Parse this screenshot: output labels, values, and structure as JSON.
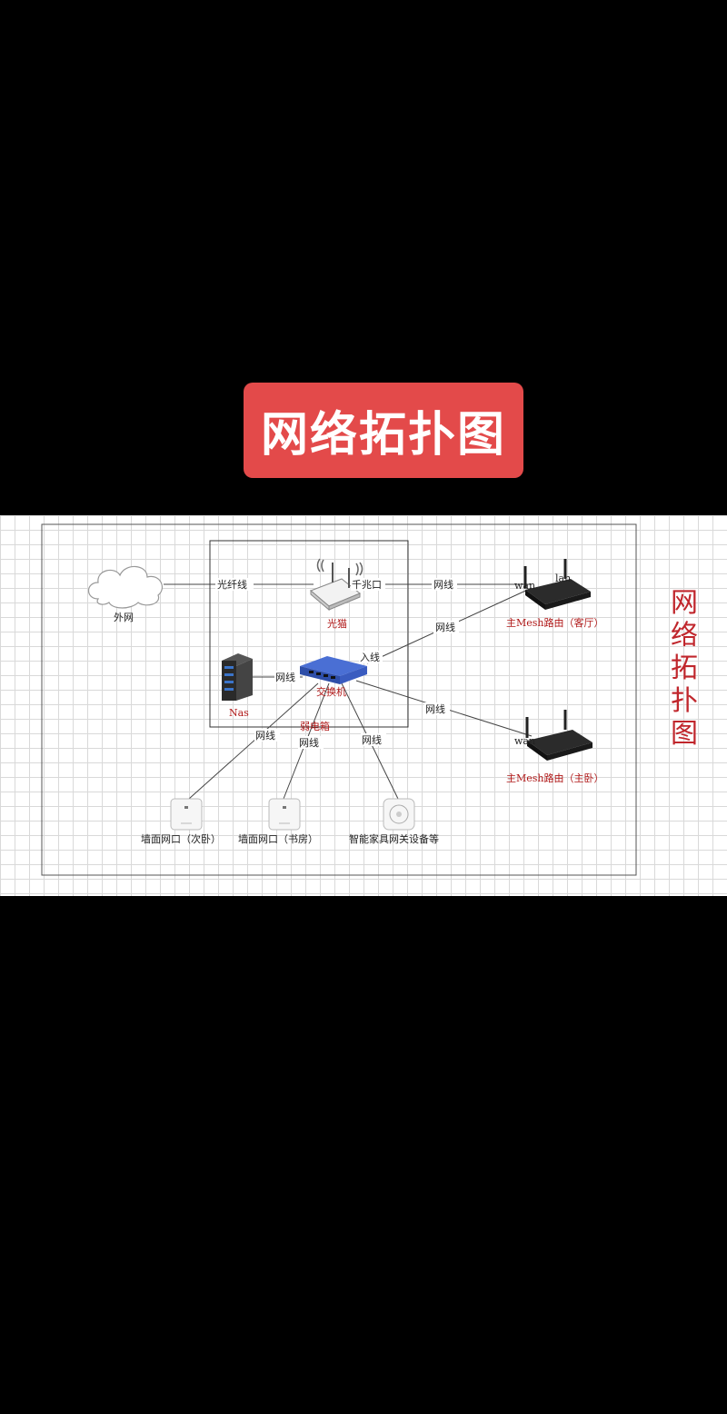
{
  "banner": {
    "title": "网络拓扑图"
  },
  "diagram": {
    "side_title": [
      "网",
      "络",
      "拓",
      "扑",
      "图"
    ],
    "nodes": {
      "internet": "外网",
      "modem": "光猫",
      "switch": "交换机",
      "nas": "Nas",
      "cabinet": "弱电箱",
      "router_main": "主Mesh路由（客厅）",
      "router_bedroom": "主Mesh路由（主卧）",
      "wall_port_second": "墙面网口（次卧）",
      "wall_port_study": "墙面网口（书房）",
      "smart_gateway": "智能家具网关设备等"
    },
    "edges": {
      "fiber": "光纤线",
      "gigabit_port": "千兆口",
      "cable_modem_router": "网线",
      "cable_switch_router": "网线",
      "input": "入线",
      "cable_nas": "网线",
      "cable_bedroom_router": "网线",
      "cable_second": "网线",
      "cable_study": "网线",
      "cable_gateway": "网线"
    },
    "ports": {
      "wan_main": "wan",
      "lan_main": "lan",
      "wan_bedroom": "wan"
    }
  }
}
